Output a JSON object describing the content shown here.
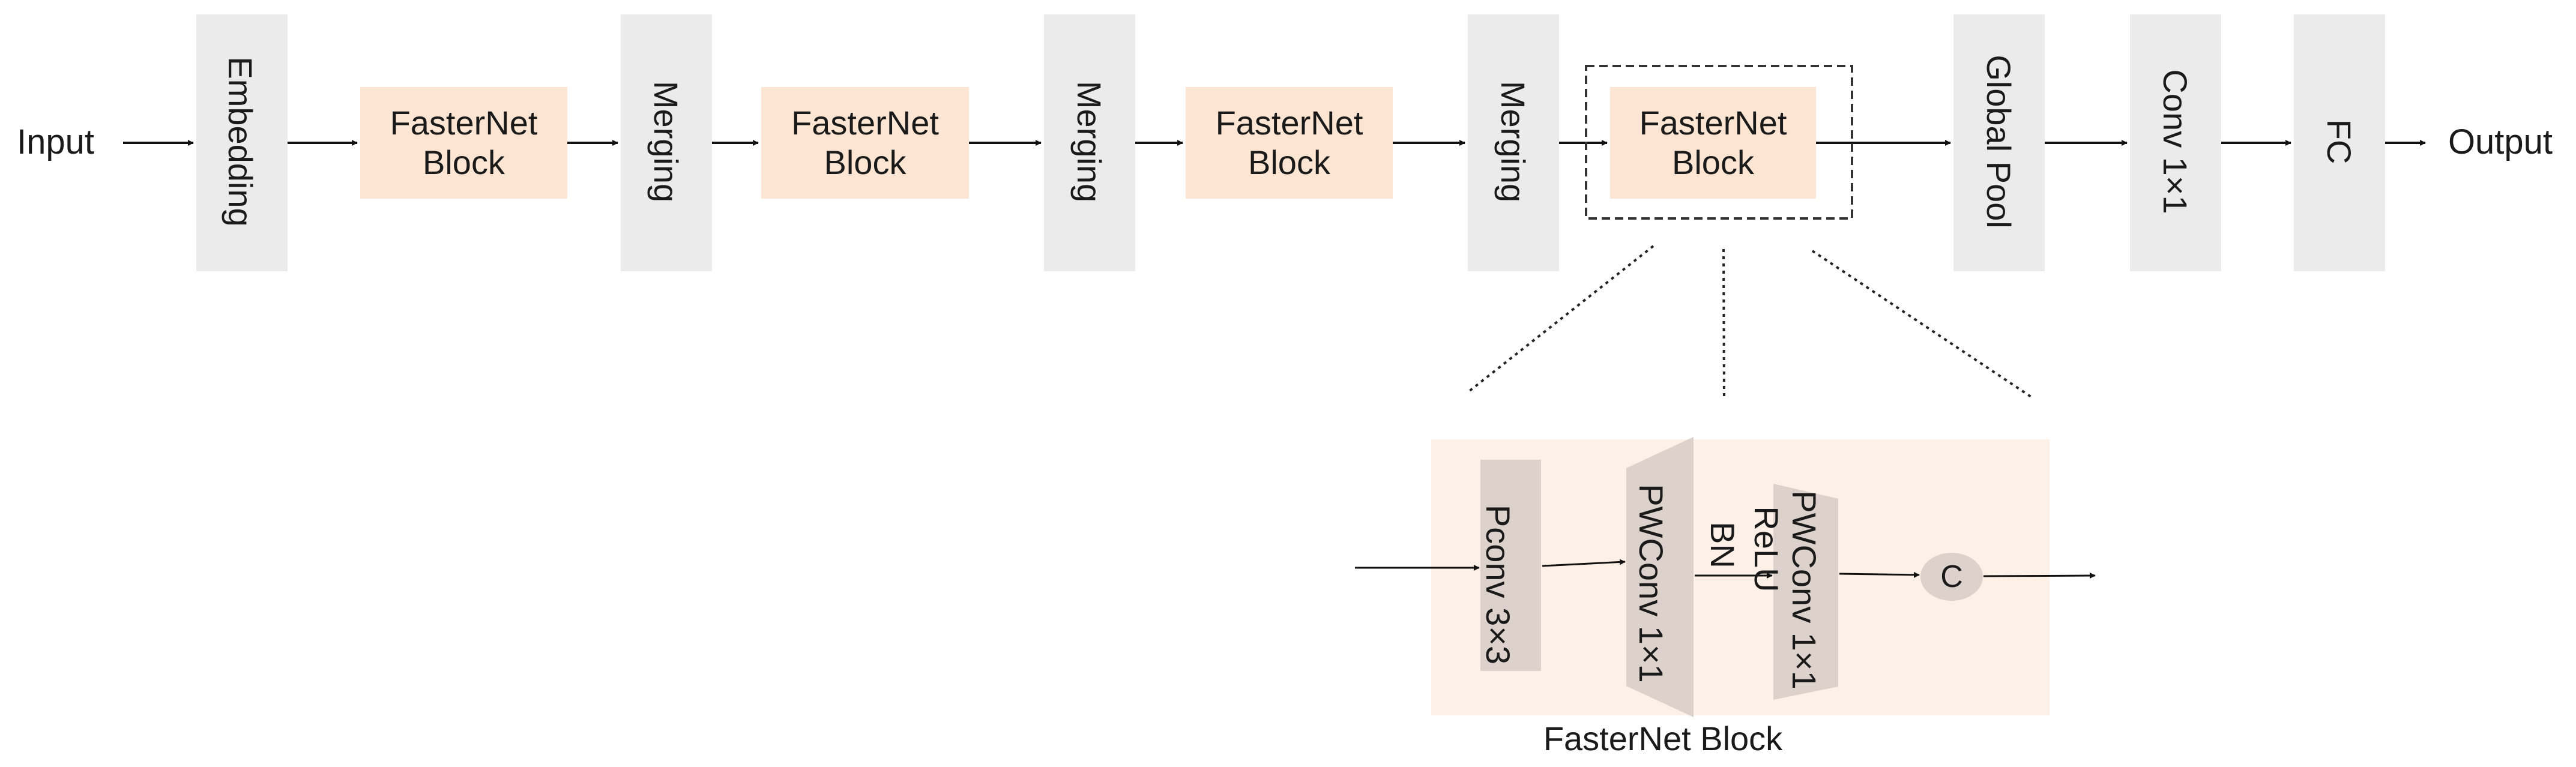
{
  "main_flow": {
    "input_label": "Input",
    "output_label": "Output",
    "nodes": [
      {
        "id": "embedding",
        "label": "Embedding",
        "kind": "gray"
      },
      {
        "id": "block1",
        "label": "FasterNet\nBlock",
        "kind": "peach"
      },
      {
        "id": "merging1",
        "label": "Merging",
        "kind": "gray"
      },
      {
        "id": "block2",
        "label": "FasterNet\nBlock",
        "kind": "peach"
      },
      {
        "id": "merging2",
        "label": "Merging",
        "kind": "gray"
      },
      {
        "id": "block3",
        "label": "FasterNet\nBlock",
        "kind": "peach"
      },
      {
        "id": "merging3",
        "label": "Merging",
        "kind": "gray"
      },
      {
        "id": "block4",
        "label": "FasterNet\nBlock",
        "kind": "peach"
      },
      {
        "id": "global-pool",
        "label": "Global Pool",
        "kind": "gray"
      },
      {
        "id": "conv1x1",
        "label": "Conv 1×1",
        "kind": "gray"
      },
      {
        "id": "fc",
        "label": "FC",
        "kind": "gray"
      }
    ]
  },
  "detail": {
    "caption": "FasterNet Block",
    "pconv_label": "Pconv 3×3",
    "pwconv1_label": "PWConv 1×1",
    "bn_label": "BN",
    "relu_label": "ReLU",
    "pwconv2_label": "PWConv 1×1",
    "concat_label": "C"
  },
  "colors": {
    "gray_fill": "#ebebeb",
    "peach_fill": "#fce5d3",
    "detail_bg": "#fdf1e7",
    "detail_block": "#dcd2cb",
    "concat_fill": "#dcd2cb",
    "line": "#111111"
  }
}
